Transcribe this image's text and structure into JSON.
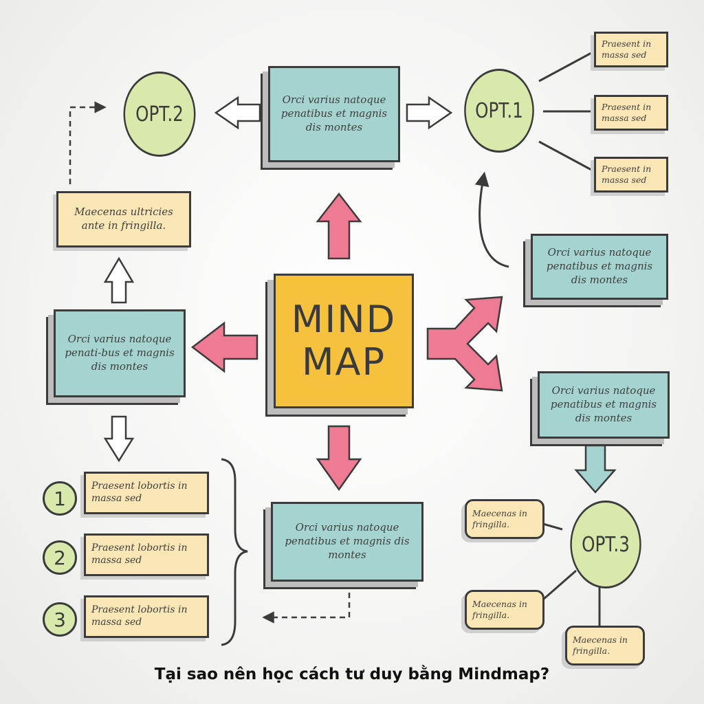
{
  "center": {
    "label": "MIND\nMAP"
  },
  "options": {
    "opt1": "OPT.1",
    "opt2": "OPT.2",
    "opt3": "OPT.3"
  },
  "boxes": {
    "top_center": "Orci varius natoque penatibus et magnis dis montes",
    "left_middle": "Orci varius natoque penati-bus et magnis dis montes",
    "right_upper": "Orci varius natoque penatibus et magnis dis montes",
    "right_lower": "Orci varius natoque penatibus et magnis dis montes",
    "bottom_center": "Orci varius natoque penatibus et magnis dis montes",
    "left_upper": "Maecenas ultricies ante in fringilla."
  },
  "opt1_leaves": [
    "Praesent in massa sed",
    "Praesent in massa sed",
    "Praesent in massa sed"
  ],
  "opt3_leaves": [
    "Maecenas in fringilla.",
    "Maecenas in fringilla.",
    "Maecenas in fringilla."
  ],
  "numbered_list": [
    {
      "number": "1",
      "text": "Praesent lobortis in massa sed"
    },
    {
      "number": "2",
      "text": "Praesent lobortis in massa sed"
    },
    {
      "number": "3",
      "text": "Praesent lobortis in massa sed"
    }
  ],
  "caption": "Tại sao nên học cách tư duy bằng Mindmap?",
  "colors": {
    "teal": "#a5d3cf",
    "sand": "#fbe7b6",
    "lime": "#d9e9ab",
    "yellow": "#f6c23e",
    "pink": "#ef7a93",
    "ink": "#3b3b3b"
  }
}
